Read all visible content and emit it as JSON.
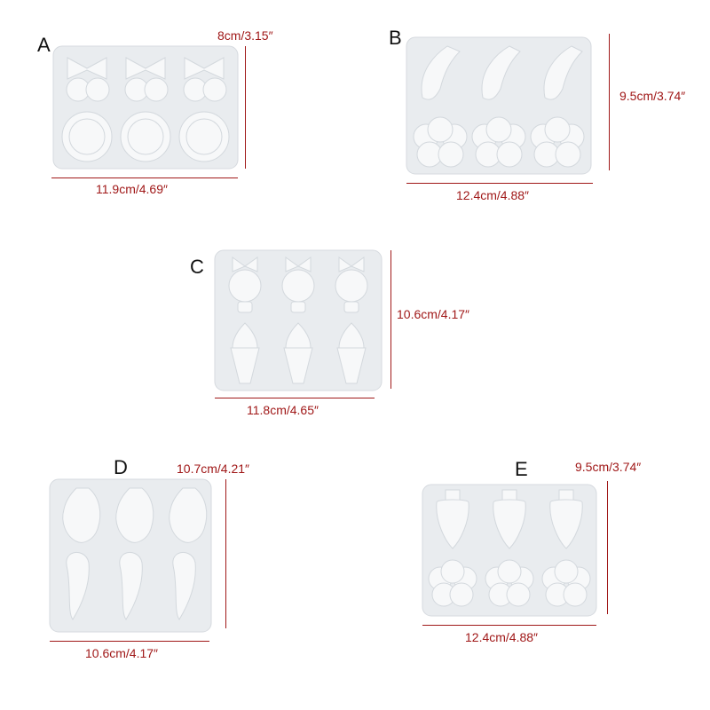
{
  "panels": [
    {
      "letter": "A",
      "width_label": "11.9cm/4.69″",
      "height_label": "8cm/3.15″",
      "top_shapes": "bow",
      "bottom_shapes": "sun"
    },
    {
      "letter": "B",
      "width_label": "12.4cm/4.88″",
      "height_label": "9.5cm/3.74″",
      "top_shapes": "banana",
      "bottom_shapes": "flower-face"
    },
    {
      "letter": "C",
      "width_label": "11.8cm/4.65″",
      "height_label": "10.6cm/4.17″",
      "top_shapes": "bear-bow",
      "bottom_shapes": "ice-cream"
    },
    {
      "letter": "D",
      "width_label": "10.6cm/4.17″",
      "height_label": "10.7cm/4.21″",
      "top_shapes": "mango",
      "bottom_shapes": "pepper"
    },
    {
      "letter": "E",
      "width_label": "12.4cm/4.88″",
      "height_label": "9.5cm/3.74″",
      "top_shapes": "carrot",
      "bottom_shapes": "flower-face"
    }
  ],
  "colors": {
    "dimension": "#a01818",
    "mold": "#e9ecef",
    "cavity": "#f7f8f9"
  }
}
